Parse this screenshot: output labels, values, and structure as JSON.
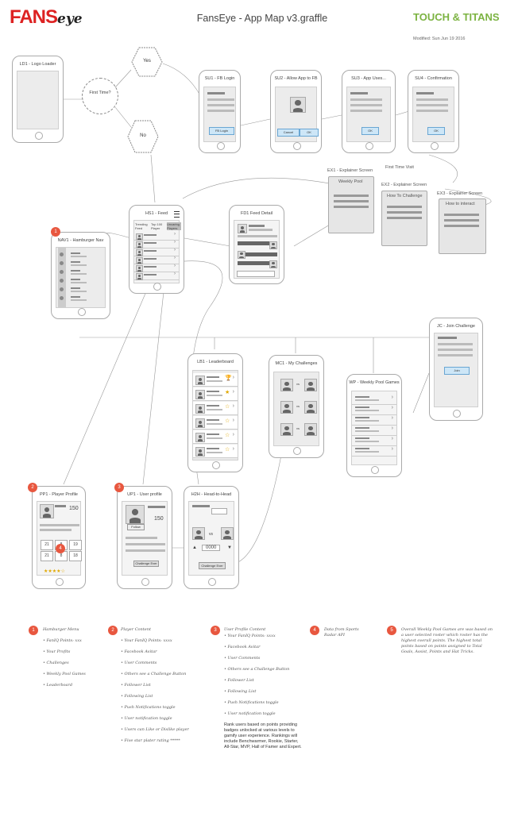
{
  "header": {
    "logo_main": "FANS",
    "logo_sub": "eye",
    "title": "FansEye - App Map v3.graffle",
    "brand": "TOUCH & TITANS",
    "modified": "Modified: Sun Jun 19 2016"
  },
  "screens": {
    "ld1": "LD1 - Logo Loader",
    "su1": "SU1 - FB Login",
    "su1_button": "FB Login",
    "su2": "SU2 - Allow App to FB",
    "su2_cancel": "Cancel",
    "su2_ok": "OK",
    "su3": "SU3 - App Uses...",
    "su3_ok": "OK",
    "su4": "SU4 - Confirmation",
    "su4_ok": "OK",
    "ex1": "EX1 - Explainer Screen",
    "ex1_inner": "Weekly Pool",
    "first_time_visit": "First Time Visit",
    "ex2": "EX2 - Explainer Screen",
    "ex2_inner": "How To Challenge",
    "ex3": "EX3 - Explainer Screen",
    "ex3_inner": "How to interact",
    "hs1": "HS1 - Feed",
    "hs1_tab1": "Trending Feed",
    "hs1_tab2": "Top 100 Player",
    "hs1_tab3": "Uncaring Players",
    "fd1": "FD1 Feed Detail",
    "nav1": "NAV1 - Hamburger Nav",
    "jc": "JC - Join Challenge",
    "jc_button": "Join",
    "lb1": "LB1 - Leaderboard",
    "mc1": "MC1 - My Challenges",
    "wp": "WP - Weekly Pool Games",
    "pp1": "PP1 - Player Profile",
    "pp1_score": "150",
    "pp1_stats": [
      "21",
      "8",
      "19",
      "21",
      "8",
      "18"
    ],
    "up1": "UP1 - User profile",
    "up1_score": "150",
    "up1_follow": "Follow",
    "up1_challenge": "Challenge Ever",
    "h2h": "H2H - Head-to-Head",
    "h2h_score": "0000",
    "h2h_btn": "Challenge Ever",
    "vs": "vs"
  },
  "flow": {
    "yes": "Yes",
    "no": "No",
    "first_time": "First Time?"
  },
  "badges": [
    "1",
    "2",
    "3",
    "4",
    "5"
  ],
  "notes": {
    "n1_title": "Hamburger Menu",
    "n1_items": [
      "FanIQ Points: xxx",
      "Your Profits",
      "Challenges",
      "Weekly Pool Games",
      "Leaderboard"
    ],
    "n2_title": "Player Content",
    "n2_items": [
      "Your FanIQ Points: xxxx",
      "Facebook Avitar",
      "User Comments",
      "Others see a Challenge Button",
      "Follower List",
      "Following List",
      "Push Notifications toggle",
      "User notification toggle",
      "Users can Like or Dislike player",
      "Five star plater rating *****"
    ],
    "n3_title": "User Profile Content",
    "n3_items": [
      "Your FanIQ Points: xxxx",
      "Facebook Avitar",
      "User Comments",
      "Others see a Challenge Button",
      "Follower List",
      "Following List",
      "Push Notifications toggle",
      "User notification toggle"
    ],
    "n3_extra": "Rank users based on points providing badges unlocked at various levels to gamify user experience. Rankings will include Benchwarmer, Rookie, Starter, All-Star, MVP, Hall of Famer and Expert.",
    "n4_title": "Data from Sports Radar API",
    "n5_text": "Overall Weekly Pool Games are was based on a user selected roster which roster has the highest overall points. The highest total points based on points assigned to Total Goals, Assist, Points and Hat Tricks."
  },
  "colors": {
    "accent": "#e8573f",
    "brand": "#7cb342",
    "logo": "#dd2222"
  }
}
